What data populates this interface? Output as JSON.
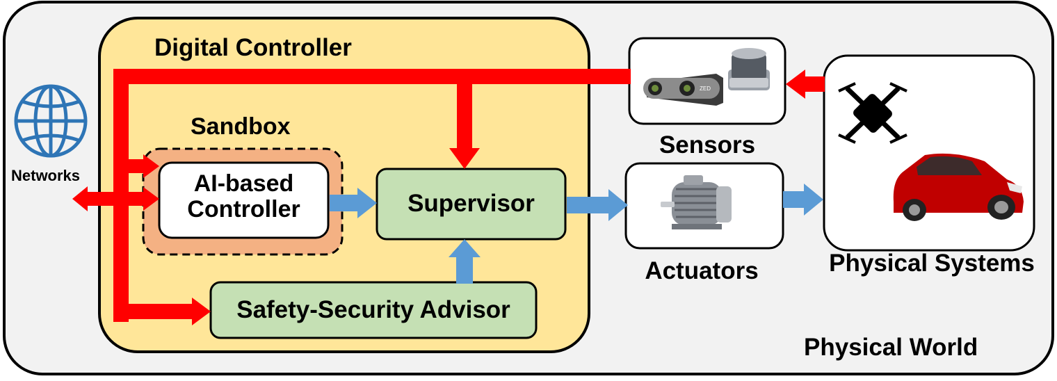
{
  "physical_world": {
    "label": "Physical World"
  },
  "digital_controller": {
    "label": "Digital Controller"
  },
  "sandbox": {
    "label": "Sandbox"
  },
  "ai_controller": {
    "line1": "AI-based",
    "line2": "Controller"
  },
  "supervisor": {
    "label": "Supervisor"
  },
  "advisor": {
    "label": "Safety-Security Advisor"
  },
  "networks": {
    "label": "Networks"
  },
  "sensors": {
    "label": "Sensors",
    "device_text": "ZED"
  },
  "actuators": {
    "label": "Actuators"
  },
  "physical_systems": {
    "label": "Physical Systems"
  },
  "colors": {
    "world_fill": "#f2f2f2",
    "controller_fill": "#ffe699",
    "sandbox_fill": "#f4b183",
    "green_fill": "#c5e0b4",
    "red_arrow": "#ff0000",
    "blue_arrow": "#5b9bd5",
    "globe": "#2e75b6",
    "car": "#c00000"
  }
}
